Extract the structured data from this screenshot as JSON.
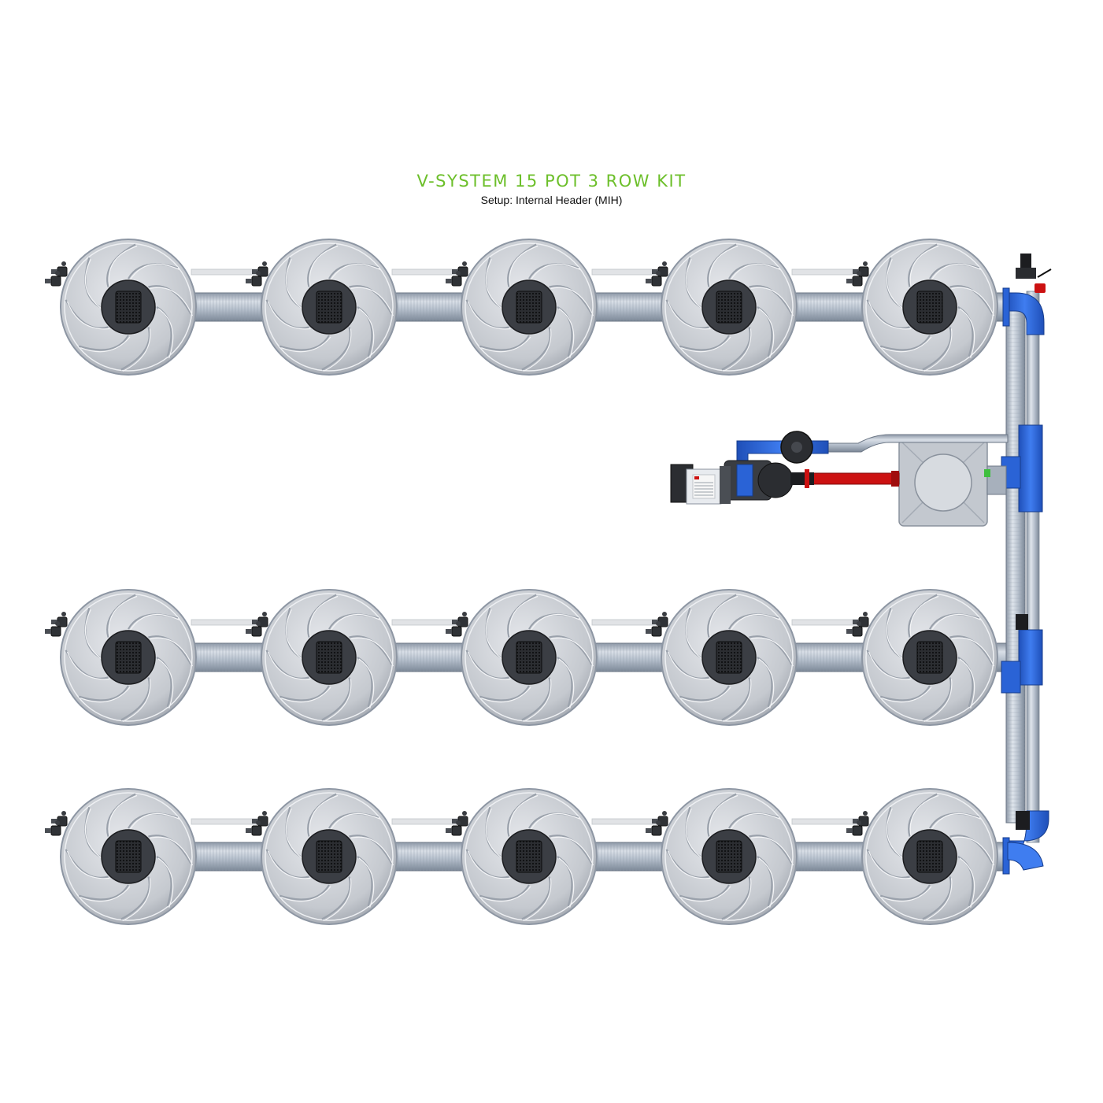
{
  "header": {
    "title": "V-SYSTEM 15 POT 3 ROW KIT",
    "subtitle": "Setup: Internal Header (MIH)"
  },
  "diagram": {
    "rows": 3,
    "pots_per_row": 5,
    "components": [
      "pot",
      "grow-pot-insert",
      "feed-line",
      "drain-pipe",
      "header-pipe",
      "reservoir",
      "pump",
      "controller",
      "valve"
    ]
  },
  "colors": {
    "title_green": "#6cbf2a",
    "pipe_blue": "#2a63d6",
    "pipe_red": "#cc1111",
    "pot_grey": "#c9cdd3",
    "pipe_grey": "#a9b4c2"
  }
}
